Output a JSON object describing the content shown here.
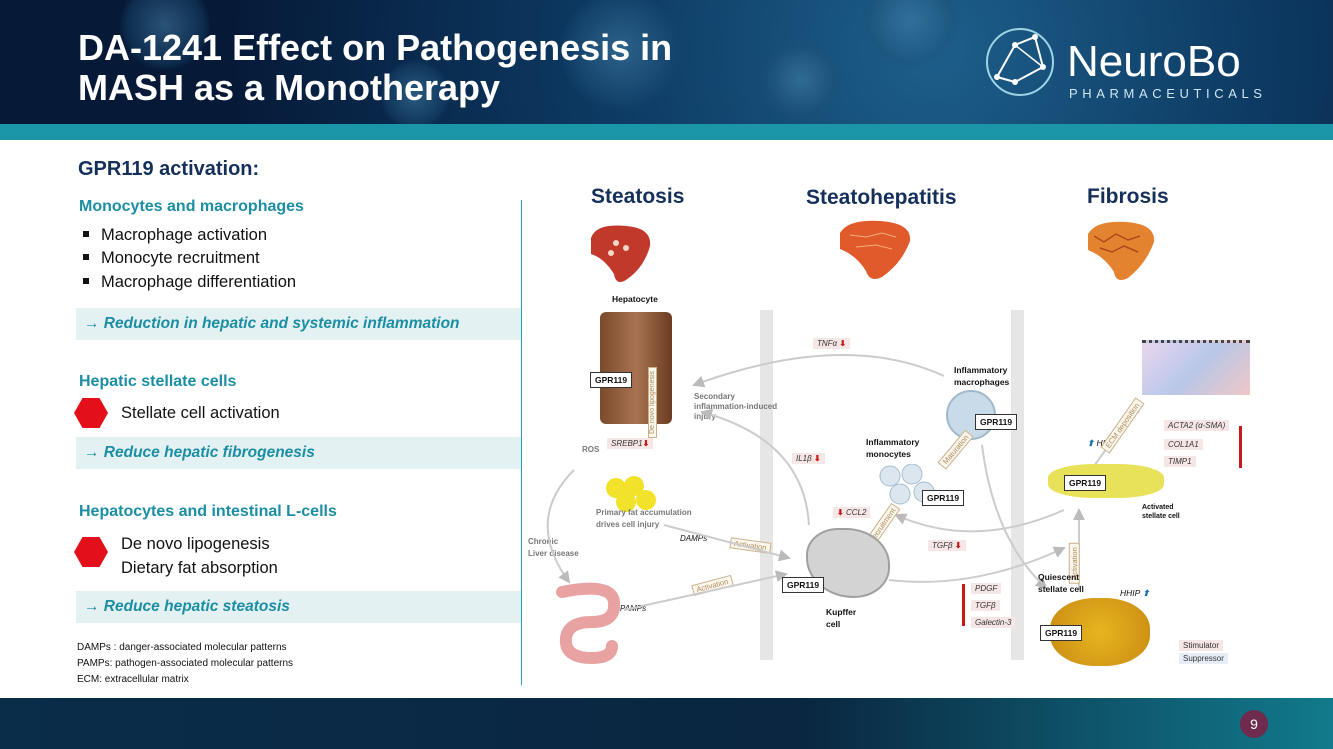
{
  "header": {
    "title_line1": "DA-1241 Effect on Pathogenesis in",
    "title_line2": "MASH as a Monotherapy",
    "logo_name": "NeuroBo",
    "logo_sub": "PHARMACEUTICALS"
  },
  "left": {
    "heading": "GPR119 activation:",
    "section1": {
      "title": "Monocytes and macrophages",
      "bullets": [
        "Macrophage activation",
        "Monocyte recruitment",
        "Macrophage differentiation"
      ],
      "result": "→ Reduction in hepatic and systemic inflammation"
    },
    "section2": {
      "title": "Hepatic stellate cells",
      "item": "Stellate cell activation",
      "result": "→ Reduce hepatic fibrogenesis"
    },
    "section3": {
      "title": "Hepatocytes and intestinal L-cells",
      "item1": "De novo lipogenesis",
      "item2": "Dietary fat absorption",
      "result": "→ Reduce hepatic steatosis"
    },
    "abbreviations": [
      "DAMPs : danger-associated molecular patterns",
      "PAMPs: pathogen-associated molecular patterns",
      "ECM: extracellular matrix"
    ]
  },
  "diagram": {
    "stages": [
      "Steatosis",
      "Steatohepatitis",
      "Fibrosis"
    ],
    "hepatocyte": "Hepatocyte",
    "gpr119": "GPR119",
    "ros": "ROS",
    "srebp1": "SREBP1",
    "de_novo": "De novo lipogenesis",
    "primary_fat_1": "Primary fat accumulation",
    "primary_fat_2": "drives cell injury",
    "secondary_1": "Secondary",
    "secondary_2": "inflammation-induced",
    "secondary_3": "injury",
    "chronic_1": "Chronic",
    "chronic_2": "Liver disease",
    "damps": "DAMPs",
    "pamps": "PAMPs",
    "activation": "Activation",
    "tnfa": "TNFα",
    "il1b": "IL1β",
    "ccl2": "CCL2",
    "tgfb": "TGFβ",
    "infl_macro_1": "Inflammatory",
    "infl_macro_2": "macrophages",
    "infl_mono_1": "Inflammatory",
    "infl_mono_2": "monocytes",
    "maturation": "Maturation",
    "recruitment": "Recruitment",
    "kupffer_1": "Kupffer",
    "kupffer_2": "cell",
    "pdgf": "PDGF",
    "galectin": "Galectin-3",
    "hhip": "HHIP",
    "acta2": "ACTA2 (α-SMA)",
    "col1a1": "COL1A1",
    "timp1": "TIMP1",
    "ecm_dep": "ECM deposition",
    "activated_1": "Activated",
    "activated_2": "stellate cell",
    "quiescent_1": "Quiescent",
    "quiescent_2": "stellate cell",
    "stimulator": "Stimulator",
    "suppressor": "Suppressor"
  },
  "footer": {
    "page": "9"
  }
}
